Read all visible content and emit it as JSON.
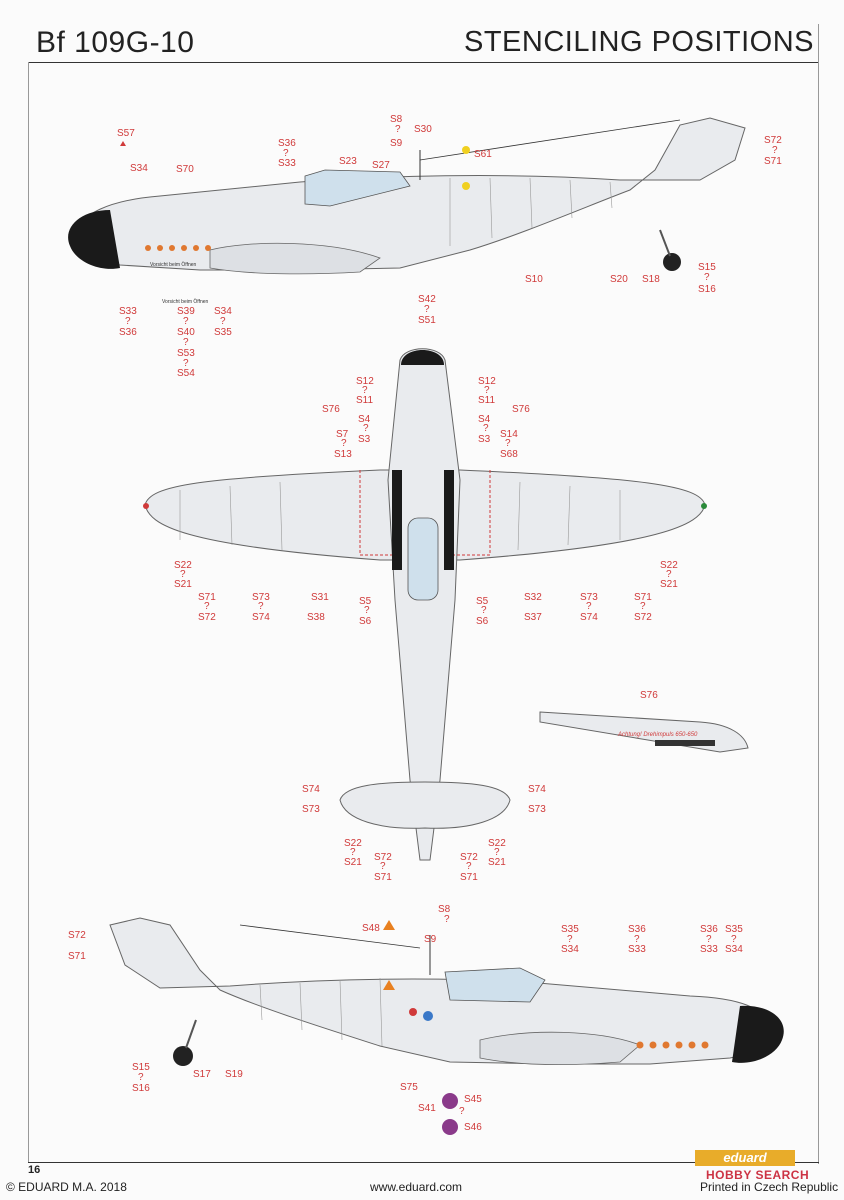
{
  "header": {
    "model": "Bf 109G-10",
    "section": "STENCILING POSITIONS"
  },
  "footer": {
    "page": "16",
    "copyright": "© EDUARD M.A. 2018",
    "website": "www.eduard.com",
    "printed": "Printed in Czech Republic",
    "brand": "eduard",
    "watermark": "HOBBY SEARCH"
  },
  "top_view": {
    "labels": {
      "s57": "S57",
      "s34a": "S34",
      "s70": "S70",
      "s36a": "S36",
      "s33a": "S33",
      "s23": "S23",
      "s27": "S27",
      "s8": "S8",
      "s9": "S9",
      "s30": "S30",
      "s61": "S61",
      "s72": "S72",
      "s71": "S71",
      "s33b": "S33",
      "s36b": "S36",
      "s39": "S39",
      "s40": "S40",
      "s53": "S53",
      "s54": "S54",
      "s34b": "S34",
      "s35": "S35",
      "s42": "S42",
      "s51": "S51",
      "s10": "S10",
      "s20": "S20",
      "s18": "S18",
      "s15": "S15",
      "s16": "S16"
    },
    "stencils": {
      "vorsicht1": "Vorsicht beim Öffnen",
      "vorsicht2": "Vorsicht beim Öffnen"
    }
  },
  "plan_view": {
    "labels": {
      "s12l": "S12",
      "s11l": "S11",
      "s12r": "S12",
      "s11r": "S11",
      "s76l": "S76",
      "s4l": "S4",
      "s3l": "S3",
      "s7": "S7",
      "s13": "S13",
      "s4r": "S4",
      "s3r": "S3",
      "s76r": "S76",
      "s14": "S14",
      "s68": "S68",
      "s22l": "S22",
      "s21l": "S21",
      "s71l": "S71",
      "s72l": "S72",
      "s73l": "S73",
      "s74l": "S74",
      "s31": "S31",
      "s38": "S38",
      "s5l": "S5",
      "s6l": "S6",
      "s5r": "S5",
      "s6r": "S6",
      "s32": "S32",
      "s37": "S37",
      "s73r": "S73",
      "s74r": "S74",
      "s71r": "S71",
      "s72r": "S72",
      "s22r": "S22",
      "s21r": "S21",
      "s74tl": "S74",
      "s73tl": "S73",
      "s74tr": "S74",
      "s73tr": "S73",
      "s22tl": "S22",
      "s21tl": "S21",
      "s72tl": "S72",
      "s71tl": "S71",
      "s72tr": "S72",
      "s71tr": "S71",
      "s22tr": "S22",
      "s21tr": "S21"
    }
  },
  "detail_view": {
    "label": "S76",
    "stencil": "Achtung! Drehimpuls 650-650"
  },
  "bottom_view": {
    "labels": {
      "s72": "S72",
      "s71": "S71",
      "s48": "S48",
      "s8": "S8",
      "s9": "S9",
      "s35a": "S35",
      "s34a": "S34",
      "s36a": "S36",
      "s33a": "S33",
      "s36b": "S36",
      "s33b": "S33",
      "s35b": "S35",
      "s34b": "S34",
      "s15": "S15",
      "s16": "S16",
      "s17": "S17",
      "s19": "S19",
      "s75": "S75",
      "s41": "S41",
      "s45": "S45",
      "s46": "S46"
    }
  },
  "colors": {
    "label_red": "#d03a3a",
    "airframe": "#e9ebee",
    "nose": "#1a1a1a",
    "canopy": "#cfe0ec",
    "brand_orange": "#e8ac2a"
  }
}
